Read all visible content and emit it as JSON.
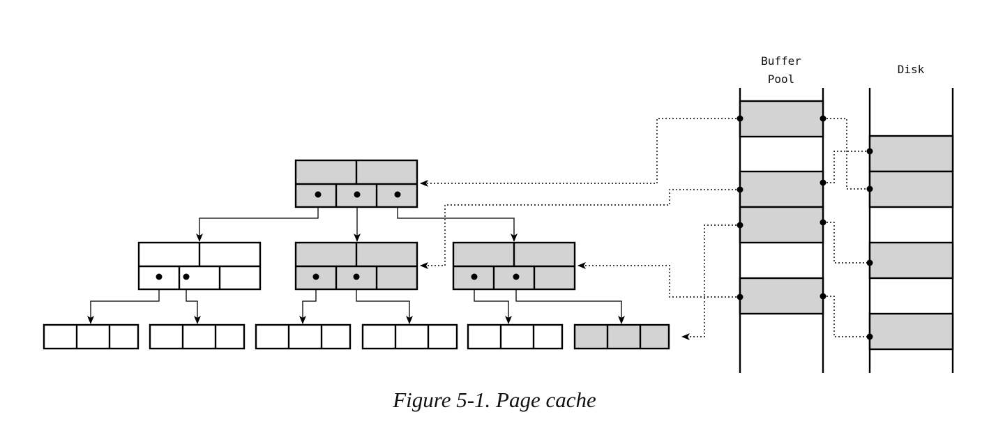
{
  "caption": "Figure 5-1. Page cache",
  "columns": {
    "buffer_pool": [
      "Buffer",
      "Pool"
    ],
    "disk": "Disk"
  },
  "colors": {
    "cached": "#d3d3d3",
    "empty": "#ffffff",
    "stroke": "#000000"
  },
  "tree": {
    "root": {
      "cached": true
    },
    "internal": [
      {
        "name": "left",
        "cached": false
      },
      {
        "name": "middle",
        "cached": true
      },
      {
        "name": "right",
        "cached": true
      }
    ],
    "leaves": [
      {
        "name": "leaf-1",
        "cached": false
      },
      {
        "name": "leaf-2",
        "cached": false
      },
      {
        "name": "leaf-3",
        "cached": false
      },
      {
        "name": "leaf-4",
        "cached": false
      },
      {
        "name": "leaf-5",
        "cached": false
      },
      {
        "name": "leaf-6",
        "cached": true
      }
    ]
  },
  "buffer_pool_slots": [
    {
      "slot": 1,
      "filled": true
    },
    {
      "slot": 2,
      "filled": false
    },
    {
      "slot": 3,
      "filled": true
    },
    {
      "slot": 4,
      "filled": true
    },
    {
      "slot": 5,
      "filled": false
    },
    {
      "slot": 6,
      "filled": true
    }
  ],
  "disk_slots": [
    {
      "slot": 1,
      "filled": true
    },
    {
      "slot": 2,
      "filled": true
    },
    {
      "slot": 3,
      "filled": false
    },
    {
      "slot": 4,
      "filled": true
    },
    {
      "slot": 5,
      "filled": false
    },
    {
      "slot": 6,
      "filled": true
    }
  ]
}
